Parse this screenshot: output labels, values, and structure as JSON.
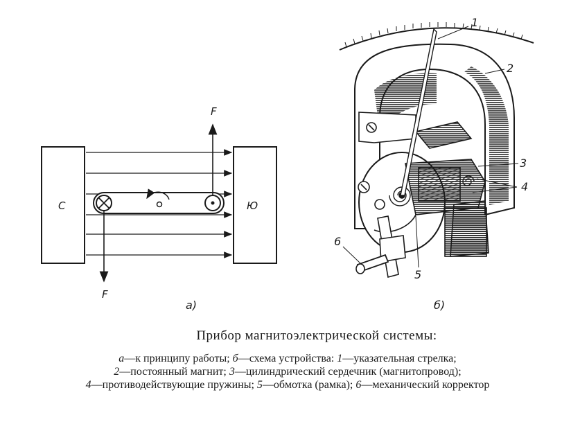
{
  "diagram_a": {
    "pole_left": "С",
    "pole_right": "Ю",
    "force_top": "F",
    "force_bottom": "F",
    "caption": "а)"
  },
  "diagram_b": {
    "labels": [
      "1",
      "2",
      "3",
      "4",
      "5",
      "6"
    ],
    "caption": "б)"
  },
  "caption": {
    "title": "Прибор магнитоэлектрической системы:",
    "legend": [
      {
        "key": "а",
        "text": "—к принципу работы; "
      },
      {
        "key": "б",
        "text": "—схема устройства: "
      },
      {
        "key": "1",
        "text": "—указательная стрелка;"
      },
      {
        "key": "2",
        "text": "—постоянный магнит; "
      },
      {
        "key": "3",
        "text": "—цилиндрический сердечник (магнитопровод);"
      },
      {
        "key": "4",
        "text": "—противодействующие пружины; "
      },
      {
        "key": "5",
        "text": "—обмотка (рамка); "
      },
      {
        "key": "6",
        "text": "—механический корректор"
      }
    ]
  }
}
